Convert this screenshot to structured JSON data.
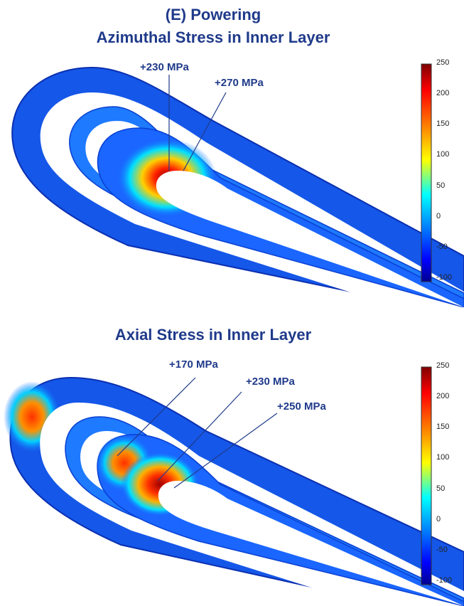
{
  "top_panel": {
    "title_line1": "(E) Powering",
    "title_line2": "Azimuthal Stress in Inner Layer",
    "callouts": [
      "+230 MPa",
      "+270 MPa"
    ]
  },
  "bottom_panel": {
    "title": "Axial Stress in Inner Layer",
    "callouts": [
      "+170 MPa",
      "+230 MPa",
      "+250 MPa"
    ]
  },
  "colorbar": {
    "ticks": [
      "250",
      "200",
      "150",
      "100",
      "50",
      "0",
      "-50",
      "-100"
    ]
  },
  "colors": {
    "title": "#1f3a8a",
    "scale": [
      "#7f0000",
      "#ff0000",
      "#ff8c00",
      "#ffff00",
      "#00ffff",
      "#0080ff",
      "#0000ff",
      "#00008f"
    ]
  }
}
